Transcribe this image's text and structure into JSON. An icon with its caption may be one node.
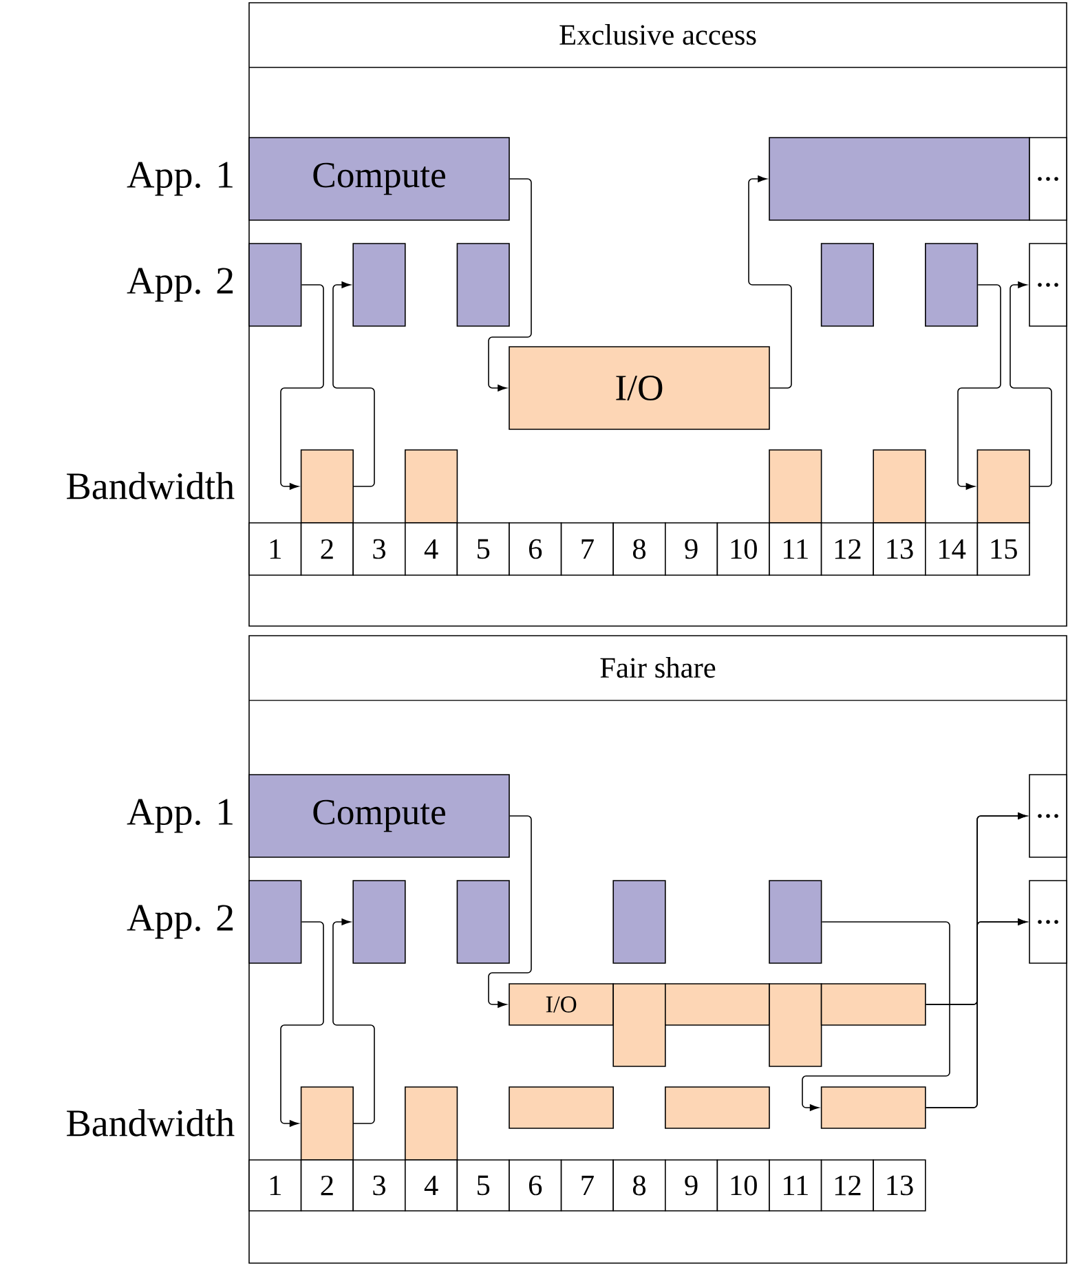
{
  "diagram": {
    "nodes": [
      {
        "text": [
          "Exclusive access"
        ]
      },
      {
        "text": [
          "Compute"
        ],
        "in": 0
      },
      {
        "text": [],
        "shape": "box",
        "in": 0
      },
      {
        "text": [
          "..."
        ],
        "in": 0
      },
      {
        "text": [],
        "shape": "box",
        "in": 0
      },
      {
        "text": [],
        "shape": "box",
        "in": 0
      },
      {
        "text": [],
        "shape": "box",
        "in": 0
      },
      {
        "text": [],
        "shape": "box",
        "in": 0
      },
      {
        "text": [],
        "shape": "box",
        "in": 0
      },
      {
        "text": [
          "..."
        ],
        "in": 0
      },
      {
        "text": [
          "I/O"
        ],
        "in": 0
      },
      {
        "text": [],
        "shape": "box",
        "in": 0
      },
      {
        "text": [],
        "shape": "box",
        "in": 0
      },
      {
        "text": [],
        "shape": "box",
        "in": 0
      },
      {
        "text": [],
        "shape": "box",
        "in": 0
      },
      {
        "text": [],
        "shape": "box",
        "in": 0
      },
      {
        "text": [
          "1"
        ],
        "in": 0
      },
      {
        "text": [
          "2"
        ],
        "in": 0
      },
      {
        "text": [
          "3"
        ],
        "in": 0
      },
      {
        "text": [
          "4"
        ],
        "in": 0
      },
      {
        "text": [
          "5"
        ],
        "in": 0
      },
      {
        "text": [
          "6"
        ],
        "in": 0
      },
      {
        "text": [
          "7"
        ],
        "in": 0
      },
      {
        "text": [
          "8"
        ],
        "in": 0
      },
      {
        "text": [
          "9"
        ],
        "in": 0
      },
      {
        "text": [
          "10"
        ],
        "in": 0
      },
      {
        "text": [
          "11"
        ],
        "in": 0
      },
      {
        "text": [
          "12"
        ],
        "in": 0
      },
      {
        "text": [
          "13"
        ],
        "in": 0
      },
      {
        "text": [
          "14"
        ],
        "in": 0
      },
      {
        "text": [
          "15"
        ],
        "in": 0
      },
      {
        "text": [
          "Fair share"
        ]
      },
      {
        "text": [
          "Compute"
        ],
        "in": 31
      },
      {
        "text": [
          "..."
        ],
        "in": 31
      },
      {
        "text": [],
        "shape": "box",
        "in": 31
      },
      {
        "text": [],
        "shape": "box",
        "in": 31
      },
      {
        "text": [],
        "shape": "box",
        "in": 31
      },
      {
        "text": [],
        "shape": "box",
        "in": 31
      },
      {
        "text": [],
        "shape": "box",
        "in": 31
      },
      {
        "text": [
          "..."
        ],
        "in": 31
      },
      {
        "text": [
          "I/O"
        ],
        "in": 31
      },
      {
        "text": [],
        "shape": "box",
        "in": 31
      },
      {
        "text": [],
        "shape": "box",
        "in": 31
      },
      {
        "text": [],
        "shape": "box",
        "in": 31
      },
      {
        "text": [],
        "shape": "box",
        "in": 31
      },
      {
        "text": [],
        "shape": "box",
        "in": 31
      },
      {
        "text": [],
        "shape": "box",
        "in": 31
      },
      {
        "text": [],
        "shape": "box",
        "in": 31
      },
      {
        "text": [],
        "shape": "box",
        "in": 31
      },
      {
        "text": [],
        "shape": "box",
        "in": 31
      },
      {
        "text": [
          "1"
        ],
        "in": 31
      },
      {
        "text": [
          "2"
        ],
        "in": 31
      },
      {
        "text": [
          "3"
        ],
        "in": 31
      },
      {
        "text": [
          "4"
        ],
        "in": 31
      },
      {
        "text": [
          "5"
        ],
        "in": 31
      },
      {
        "text": [
          "6"
        ],
        "in": 31
      },
      {
        "text": [
          "7"
        ],
        "in": 31
      },
      {
        "text": [
          "8"
        ],
        "in": 31
      },
      {
        "text": [
          "9"
        ],
        "in": 31
      },
      {
        "text": [
          "10"
        ],
        "in": 31
      },
      {
        "text": [
          "11"
        ],
        "in": 31
      },
      {
        "text": [
          "12"
        ],
        "in": 31
      },
      {
        "text": [
          "13"
        ],
        "in": 31
      }
    ],
    "edges": [
      {
        "from": 1,
        "to": 10,
        "arrow": "to"
      },
      {
        "from": 4,
        "to": 11,
        "arrow": "to"
      },
      {
        "from": 11,
        "to": 5,
        "arrow": "to"
      },
      {
        "from": 10,
        "to": 2,
        "arrow": "to"
      },
      {
        "from": 8,
        "to": 15,
        "arrow": "to"
      },
      {
        "from": 15,
        "to": 9,
        "arrow": "to"
      },
      {
        "from": 32,
        "to": 40,
        "arrow": "to"
      },
      {
        "from": 34,
        "to": 45,
        "arrow": "to"
      },
      {
        "from": 45,
        "to": 35,
        "arrow": "to"
      },
      {
        "from": 38,
        "to": 49,
        "arrow": "to"
      },
      {
        "from": 44,
        "to": 33,
        "arrow": "to"
      },
      {
        "from": 44,
        "to": 39,
        "arrow": "to"
      },
      {
        "from": 49,
        "to": 33,
        "arrow": "to"
      },
      {
        "from": 49,
        "to": 39,
        "arrow": "to"
      }
    ],
    "labels": [
      "App. 1",
      "App. 2",
      "Bandwidth",
      "App. 1",
      "App. 2",
      "Bandwidth"
    ]
  }
}
